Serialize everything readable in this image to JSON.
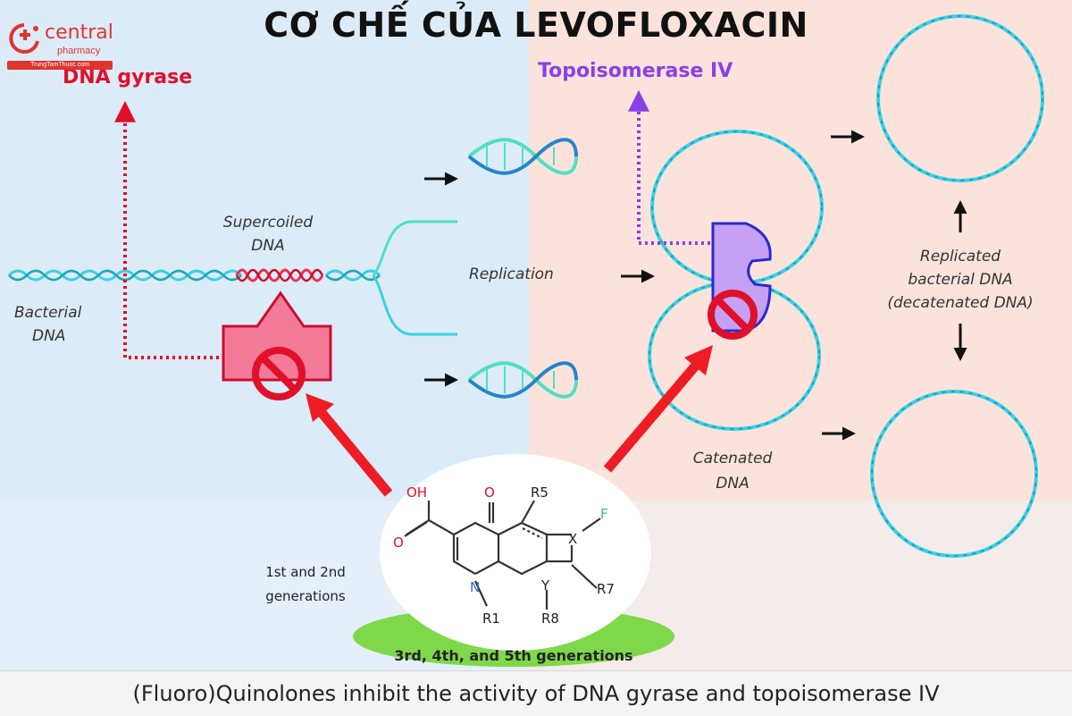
{
  "title": "CƠ CHẾ CỦA LEVOFLOXACIN",
  "logo": {
    "name": "central",
    "sub": "pharmacy",
    "domain": "TrungTamThuoc.com",
    "accent": "#e0342f"
  },
  "labels": {
    "dna_gyrase": "DNA gyrase",
    "topo_iv": "Topoisomerase IV",
    "supercoiled_1": "Supercoiled",
    "supercoiled_2": "DNA",
    "bacterial_1": "Bacterial",
    "bacterial_2": "DNA",
    "replication": "Replication",
    "replicated_1": "Replicated",
    "replicated_2": "bacterial DNA",
    "replicated_3": "(decatenated DNA)",
    "catenated_1": "Catenated",
    "catenated_2": "DNA",
    "gen12_1": "1st and 2nd",
    "gen12_2": "generations",
    "gen345": "3rd, 4th, and 5th generations"
  },
  "molecule": {
    "oh": "OH",
    "o1": "O",
    "o2": "O",
    "r5": "R5",
    "f": "F",
    "x": "X",
    "n": "N",
    "y": "Y",
    "r7": "R7",
    "r1": "R1",
    "r8": "R8"
  },
  "footer": "(Fluoro)Quinolones inhibit the activity of DNA gyrase and topoisomerase IV",
  "colors": {
    "left_bg": "#dcebf8",
    "right_bg": "#fbe3dc",
    "gyrase_red": "#e0102a",
    "topo_purple": "#8a3fe6",
    "dna_cyan": "#3ad0e4",
    "arrow_red": "#ee1c24",
    "green": "#7fd84a"
  }
}
